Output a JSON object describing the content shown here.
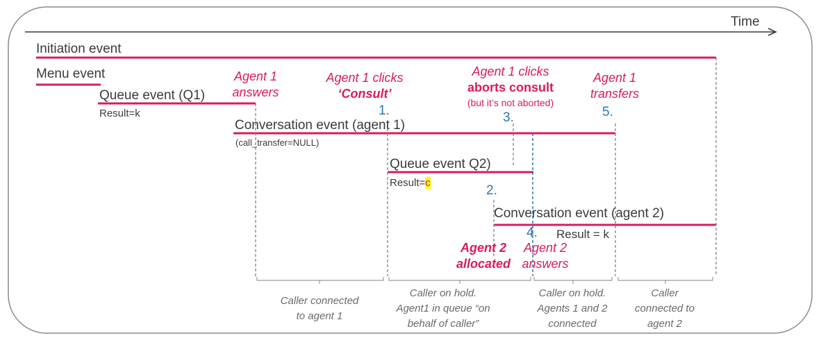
{
  "time_label": "Time",
  "events": {
    "initiation": "Initiation event",
    "menu": "Menu event",
    "queue_q1": "Queue event (Q1)",
    "queue_q1_result": "Result=k",
    "conv_agent1": "Conversation event (agent 1)",
    "conv_agent1_note": "(call_transfer=NULL)",
    "queue_q2": "Queue event Q2)",
    "queue_q2_result_prefix": "Result=",
    "queue_q2_result_value": "c",
    "conv_agent2": "Conversation event (agent 2)",
    "conv_agent2_result": "Result = k"
  },
  "annotations": {
    "agent1_answers_l1": "Agent 1",
    "agent1_answers_l2": "answers",
    "consult_l1": "Agent 1 clicks",
    "consult_l2": "‘Consult’",
    "abort_l1": "Agent 1 clicks",
    "abort_l2": "aborts consult",
    "abort_l3": "(but it’s not aborted)",
    "transfers_l1": "Agent 1",
    "transfers_l2": "transfers",
    "allocated_l1": "Agent 2",
    "allocated_l2": "allocated",
    "agent2_answers_l1": "Agent 2",
    "agent2_answers_l2": "answers"
  },
  "step_numbers": [
    "1.",
    "2.",
    "3.",
    "4.",
    "5."
  ],
  "phases": [
    {
      "line1": "Caller connected",
      "line2": "to agent 1",
      "line3": ""
    },
    {
      "line1": "Caller on hold.",
      "line2": "Agent1 in queue “on",
      "line3": "behalf of caller”"
    },
    {
      "line1": "Caller on hold.",
      "line2": "Agents 1 and 2",
      "line3": "connected"
    },
    {
      "line1": "Caller",
      "line2": "connected to",
      "line3": "agent 2"
    }
  ],
  "colors": {
    "event_line": "#d81b60",
    "marker_dash": "#808080",
    "marker_blue": "#2e75b6",
    "axis": "#3a3a3a",
    "highlight": "#ffff00"
  }
}
